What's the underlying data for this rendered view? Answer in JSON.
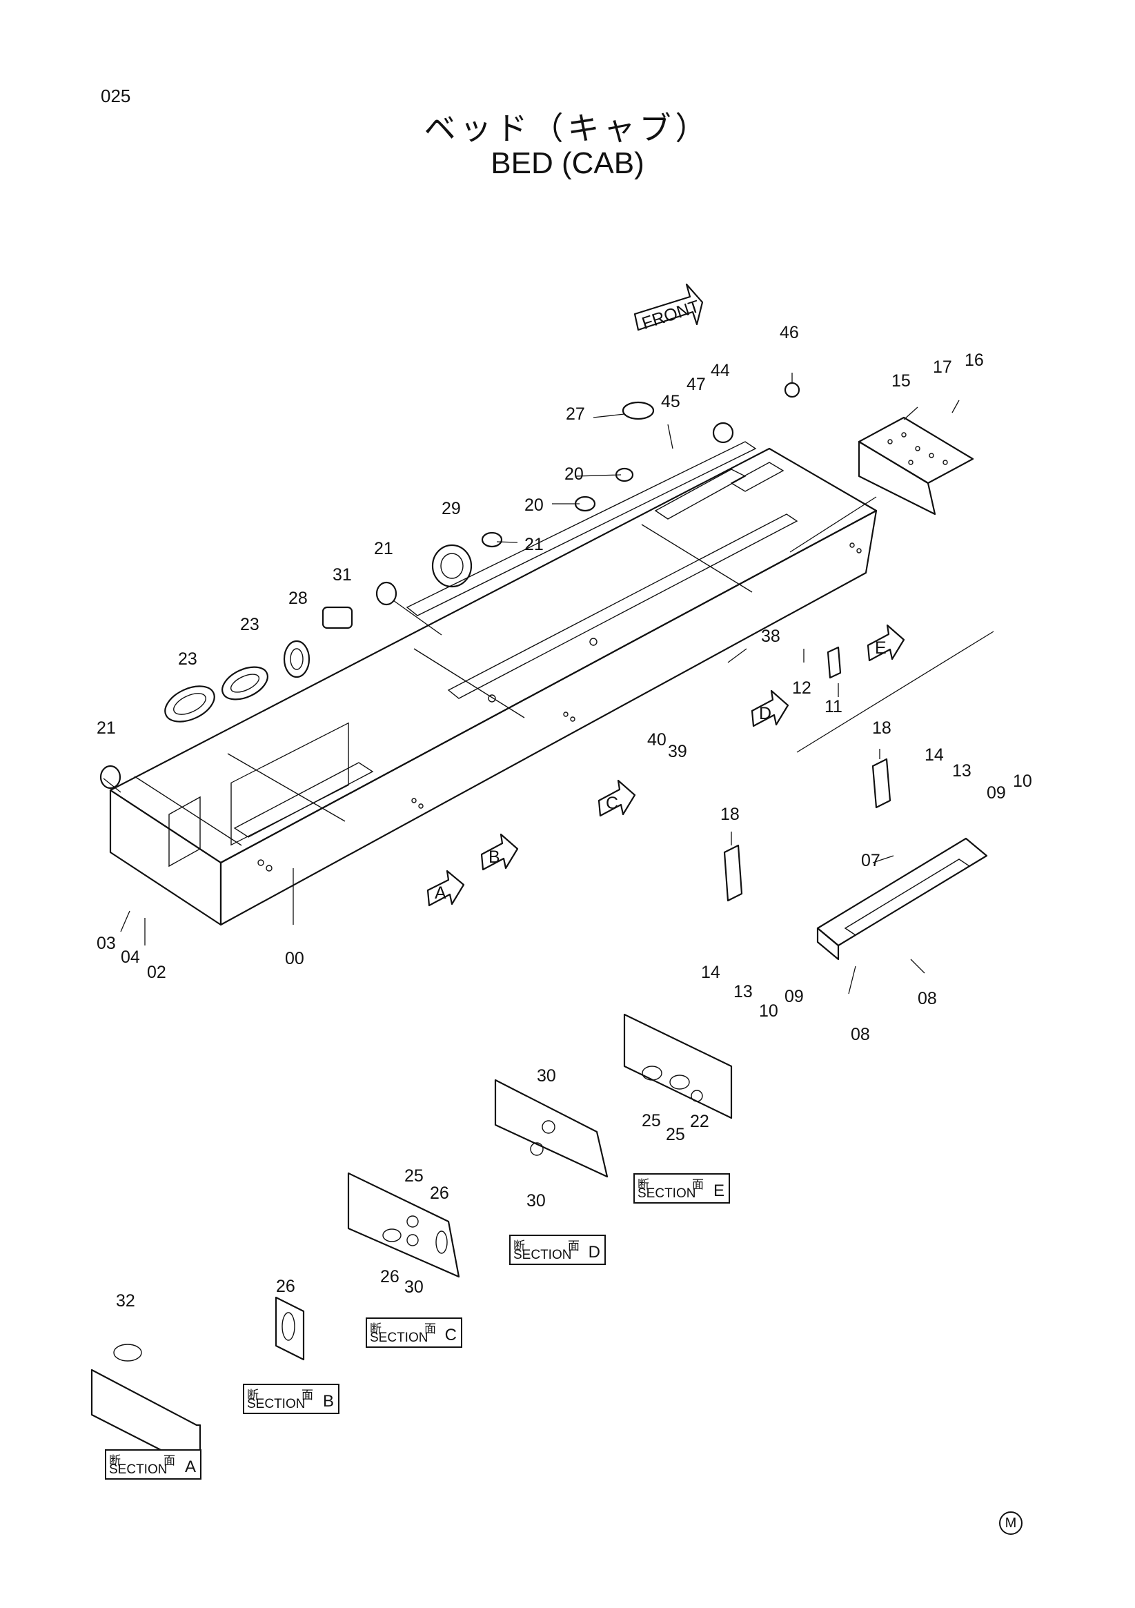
{
  "header": {
    "page_number": "025",
    "title_jp": "ベッド（キャブ）",
    "title_en": "BED (CAB)"
  },
  "front_arrow": "FRONT",
  "callouts": {
    "c00": "00",
    "c02": "02",
    "c03": "03",
    "c04": "04",
    "c07": "07",
    "c08a": "08",
    "c08b": "08",
    "c09a": "09",
    "c09b": "09",
    "c10a": "10",
    "c10b": "10",
    "c11": "11",
    "c12": "12",
    "c13a": "13",
    "c13b": "13",
    "c14a": "14",
    "c14b": "14",
    "c15": "15",
    "c16": "16",
    "c17": "17",
    "c18a": "18",
    "c18b": "18",
    "c20a": "20",
    "c20b": "20",
    "c21a": "21",
    "c21b": "21",
    "c21c": "21",
    "c22": "22",
    "c23a": "23",
    "c23b": "23",
    "c25a": "25",
    "c25b": "25",
    "c25c": "25",
    "c26a": "26",
    "c26b": "26",
    "c26c": "26",
    "c27": "27",
    "c28": "28",
    "c29": "29",
    "c30a": "30",
    "c30b": "30",
    "c30c": "30",
    "c31": "31",
    "c32": "32",
    "c38": "38",
    "c39": "39",
    "c40": "40",
    "c44": "44",
    "c45": "45",
    "c46": "46",
    "c47": "47"
  },
  "section_arrows": {
    "a": "A",
    "b": "B",
    "c": "C",
    "d": "D",
    "e": "E"
  },
  "sections": {
    "jp_left": "断",
    "jp_right": "面",
    "word": "SECTION",
    "a": "A",
    "b": "B",
    "c": "C",
    "d": "D",
    "e": "E"
  },
  "footer_mark": "M"
}
